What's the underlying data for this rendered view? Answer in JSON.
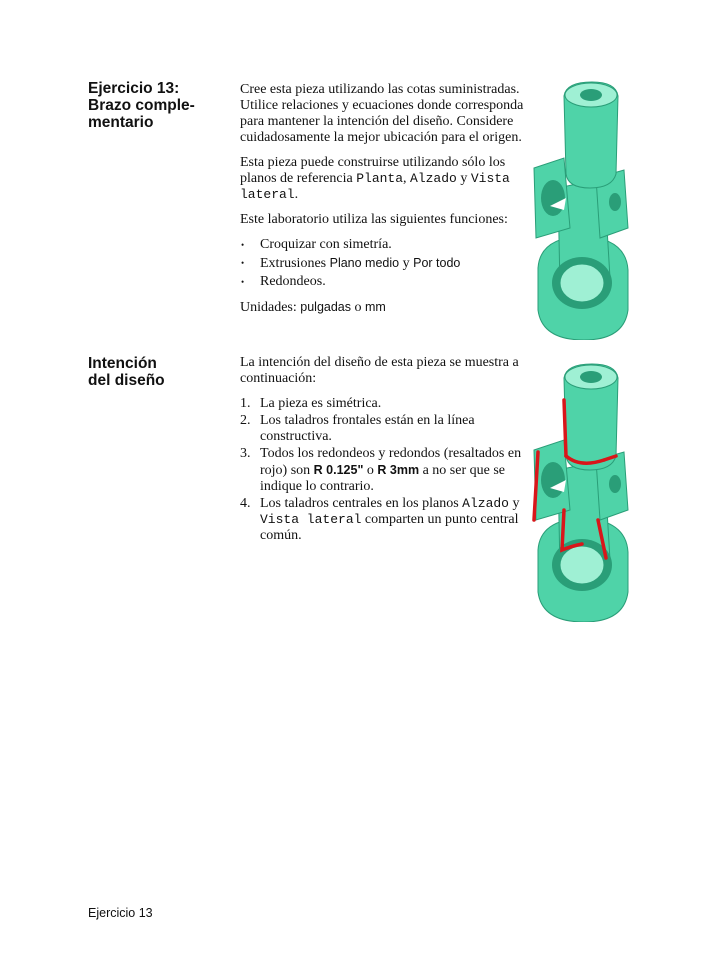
{
  "section1": {
    "title_line1": "Ejercicio 13:",
    "title_line2": "Brazo comple-",
    "title_line3": "mentario",
    "p1": "Cree esta pieza utilizando las cotas suministradas. Utilice relaciones y ecuaciones donde corresponda para mantener la intención del diseño. Considere cuidadosamente la mejor ubicación para el origen.",
    "p2_before": "Esta pieza puede construirse utilizando sólo los planos de referencia ",
    "p2_plane1": "Planta",
    "p2_sep1": ", ",
    "p2_plane2": "Alzado",
    "p2_sep2": " y ",
    "p2_plane3": "Vista lateral",
    "p2_end": ".",
    "p3": "Este laboratorio utiliza las siguientes funciones:",
    "bullet1": "Croquizar con simetría.",
    "bullet2_before": "Extrusiones ",
    "bullet2_opt1": "Plano medio",
    "bullet2_mid": " y ",
    "bullet2_opt2": "Por todo",
    "bullet3": "Redondeos.",
    "units_label": "Unidades: ",
    "units_val1": "pulgadas",
    "units_mid": " o ",
    "units_val2": "mm"
  },
  "section2": {
    "title_line1": "Intención",
    "title_line2": "del diseño",
    "intro": "La intención del diseño de esta pieza se muestra a continuación:",
    "items": [
      {
        "num": "1.",
        "text": "La pieza es simétrica."
      },
      {
        "num": "2.",
        "text": "Los taladros frontales están en la línea constructiva."
      },
      {
        "num": "3."
      },
      {
        "num": "4."
      }
    ],
    "item3_before": "Todos los redondeos y redondos (resaltados en rojo) son ",
    "item3_val1": "R 0.125\"",
    "item3_mid": " o ",
    "item3_val2": "R 3mm",
    "item3_after": " a no ser que se indique lo contrario.",
    "item4_before": "Los taladros centrales en los planos ",
    "item4_plane1": "Alzado",
    "item4_mid": " y ",
    "item4_plane2": "Vista lateral",
    "item4_after": " comparten un punto central común."
  },
  "footer": {
    "text": "Ejercicio 13"
  },
  "colors": {
    "part": "#4fd3a8",
    "part_dark": "#2a9e78",
    "part_light": "#9ff0d4",
    "fillet": "#d9161a"
  }
}
